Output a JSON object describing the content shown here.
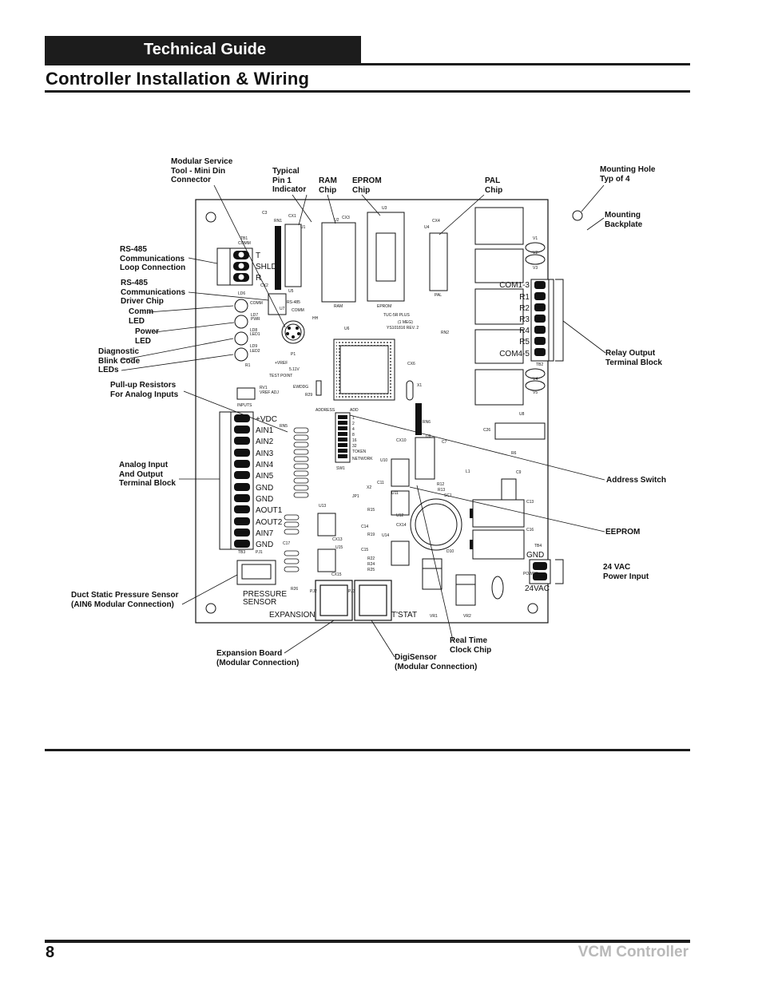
{
  "header": {
    "guide_label": "Technical Guide",
    "section_title": "Controller Installation & Wiring"
  },
  "footer": {
    "page_number": "8",
    "product_name": "VCM Controller"
  },
  "callouts": {
    "modular_service_tool": "Modular Service\nTool - Mini Din\nConnector",
    "typical_pin1": "Typical\nPin 1\nIndicator",
    "ram_chip": "RAM\nChip",
    "eprom_chip": "EPROM\nChip",
    "pal_chip": "PAL\nChip",
    "mounting_hole": "Mounting Hole\nTyp of 4",
    "mounting_backplate": "Mounting\nBackplate",
    "rs485_loop": "RS-485\nCommunications\nLoop Connection",
    "rs485_driver": "RS-485\nCommunications\nDriver Chip",
    "comm_led": "Comm\nLED",
    "power_led": "Power\nLED",
    "diagnostic_leds": "Diagnostic\nBlink Code\nLEDs",
    "pullup_resistors": "Pull-up Resistors\nFor Analog Inputs",
    "analog_io_block": "Analog Input\nAnd Output\nTerminal Block",
    "relay_output_block": "Relay Output\nTerminal Block",
    "address_switch": "Address Switch",
    "eeprom": "EEPROM",
    "power_input": "24 VAC\nPower Input",
    "duct_static": "Duct Static Pressure Sensor\n(AIN6 Modular Connection)",
    "expansion_board": "Expansion Board\n(Modular Connection)",
    "digisensor": "DigiSensor\n(Modular Connection)",
    "rtc_chip": "Real Time\nClock Chip"
  },
  "board": {
    "comm_terminals": [
      "T",
      "SHLD",
      "R"
    ],
    "analog_terminals": [
      "+VDC",
      "AIN1",
      "AIN2",
      "AIN3",
      "AIN4",
      "AIN5",
      "GND",
      "GND",
      "AOUT1",
      "AOUT2",
      "AIN7",
      "GND"
    ],
    "relay_terminals": [
      "COM1-3",
      "R1",
      "R2",
      "R3",
      "R4",
      "R5",
      "COM4-5"
    ],
    "power_terminals_top": "GND",
    "power_terminals_bottom": "24VAC",
    "pressure_sensor_label": "PRESSURE\nSENSOR",
    "expansion_label": "EXPANSION",
    "tstat_label": "T'STAT",
    "silk": {
      "cx1": "CX1",
      "u1": "U1",
      "rn1": "RN1",
      "c3": "C3",
      "cx2": "CX2",
      "cx3": "CX3",
      "u2": "U2",
      "u3": "U3",
      "cx4": "CX4",
      "u4": "U4",
      "ram": "RAM",
      "eprom": "EPROM",
      "pal": "PAL",
      "tb1": "TB1",
      "comm_small": "COMM",
      "ld6": "LD6",
      "comm_led": "COMM",
      "ld7": "LD7",
      "pwr": "PWR",
      "ld8": "LD8",
      "led1": "LED1",
      "ld9": "LD9",
      "led2": "LED2",
      "u5": "U5",
      "u7": "U7",
      "rs485": "RS-485",
      "commm": "COMM",
      "hh": "HH",
      "board_name": "TUC-5R PLUS",
      "meg": "(1 MEG)",
      "part_no": "YS101816 REV. 2",
      "u6": "U6",
      "cx6": "CX6",
      "x1": "X1",
      "p1": "P1",
      "rn5": "RN5",
      "vref": "+VREF",
      "v511": "5.11V",
      "test_point": "TEST POINT",
      "ewddg": "EWDDG",
      "r29": "R29",
      "rv1": "RV1",
      "vref_adj": "VREF ADJ",
      "r1": "R1",
      "inputs": "INPUTS",
      "address": "ADDRESS",
      "add": "ADD",
      "sw1": "SW1",
      "dip": [
        "1",
        "2",
        "4",
        "8",
        "16",
        "32",
        "TOKEN",
        "NETWORK"
      ],
      "u8": "U8",
      "c26": "C26",
      "rn6": "RN6",
      "cx10": "CX10",
      "c7": "C7",
      "u9": "U9",
      "u10": "U10",
      "r6": "R6",
      "l1": "L1",
      "c9": "C9",
      "sc1": "SC1",
      "u11": "U11",
      "r12": "R12",
      "r13": "R13",
      "c13": "C13",
      "c16": "C16",
      "tb4": "TB4",
      "u12": "U12",
      "cx14": "CX14",
      "u14": "U14",
      "d10": "D10",
      "r15": "R15",
      "c14": "C14",
      "r19": "R19",
      "cx13": "CX13",
      "u15": "U15",
      "c15": "C15",
      "r22": "R22",
      "r24": "R24",
      "r25": "R25",
      "cx15": "CX15",
      "u13": "U13",
      "c17": "C17",
      "r26": "R26",
      "jp1": "JP1",
      "x2": "X2",
      "c11": "C11",
      "vr1": "VR1",
      "vr2": "VR2",
      "power": "POWER",
      "pj1": "PJ1",
      "pj2": "PJ2",
      "pj3": "PJ3",
      "tb2": "TB2",
      "tb3": "TB3",
      "v1": "V1",
      "v2": "V2",
      "v3": "V3",
      "v4": "V4",
      "v5": "V5",
      "rn2": "RN2"
    }
  }
}
